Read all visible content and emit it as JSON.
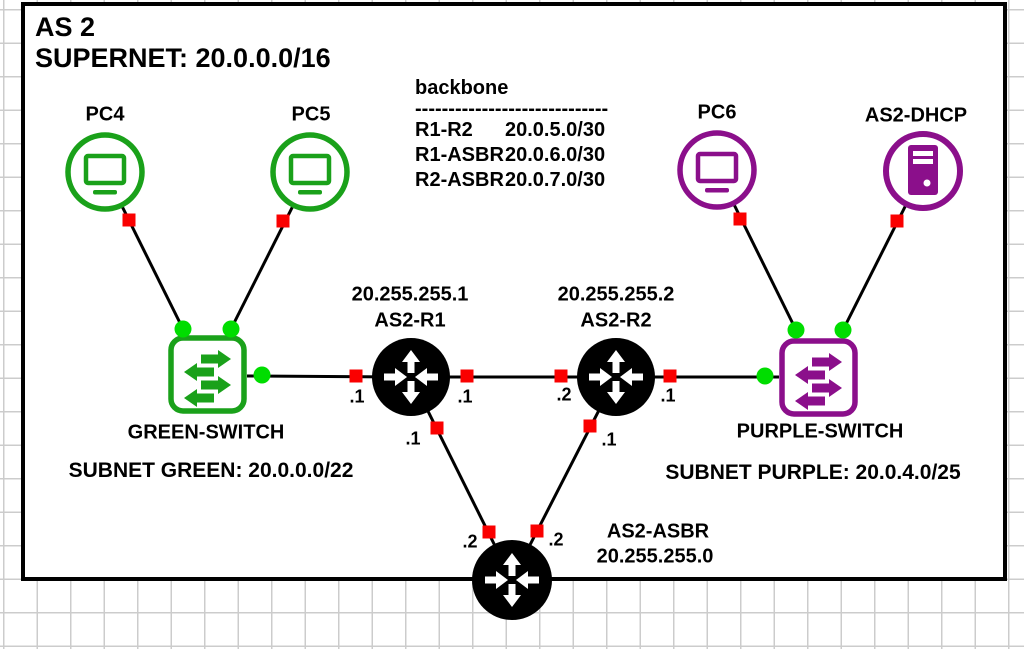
{
  "title": {
    "line1": "AS 2",
    "line2": "SUPERNET: 20.0.0.0/16"
  },
  "legend": {
    "heading": "backbone",
    "divider": "-----------------------------",
    "rows": [
      {
        "label": "R1-R2",
        "value": "20.0.5.0/30"
      },
      {
        "label": "R1-ASBR",
        "value": "20.0.6.0/30"
      },
      {
        "label": "R2-ASBR",
        "value": "20.0.7.0/30"
      }
    ]
  },
  "nodes": {
    "pc4": {
      "label": "PC4"
    },
    "pc5": {
      "label": "PC5"
    },
    "pc6": {
      "label": "PC6"
    },
    "dhcp": {
      "label": "AS2-DHCP"
    },
    "green_switch": {
      "label": "GREEN-SWITCH"
    },
    "purple_switch": {
      "label": "PURPLE-SWITCH"
    },
    "r1": {
      "label": "AS2-R1",
      "ip": "20.255.255.1"
    },
    "r2": {
      "label": "AS2-R2",
      "ip": "20.255.255.2"
    },
    "asbr": {
      "label": "AS2-ASBR",
      "ip": "20.255.255.0"
    }
  },
  "subnets": {
    "green": "SUBNET GREEN: 20.0.0.0/22",
    "purple": "SUBNET PURPLE: 20.0.4.0/25"
  },
  "interfaces": {
    "r1_left": ".1",
    "r1_right": ".1",
    "r1_down": ".1",
    "r2_left": ".2",
    "r2_right": ".1",
    "r2_down": ".1",
    "asbr_left": ".2",
    "asbr_right": ".2"
  },
  "colors": {
    "green": "#1aa11a",
    "bright_green": "#00dd00",
    "purple": "#8b0f8b",
    "red": "#fa0000",
    "grid_line": "#cccccc",
    "black": "#000000"
  }
}
